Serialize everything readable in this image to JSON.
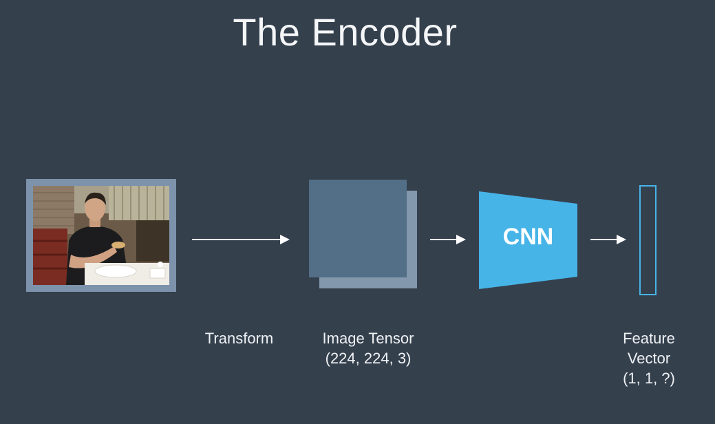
{
  "title": "The Encoder",
  "photo": {
    "description_icon": "photo-thumbnail"
  },
  "labels": {
    "transform": "Transform",
    "image_tensor": "Image Tensor",
    "image_tensor_shape": "(224, 224, 3)",
    "cnn": "CNN",
    "feature_vector_line1": "Feature",
    "feature_vector_line2": "Vector",
    "feature_vector_shape": "(1, 1, ?)"
  },
  "colors": {
    "background": "#35404d",
    "cnn": "#47b4e8",
    "tensor_front": "#536e87",
    "tensor_back": "#8397ad",
    "photo_frame": "#7d93ab"
  }
}
